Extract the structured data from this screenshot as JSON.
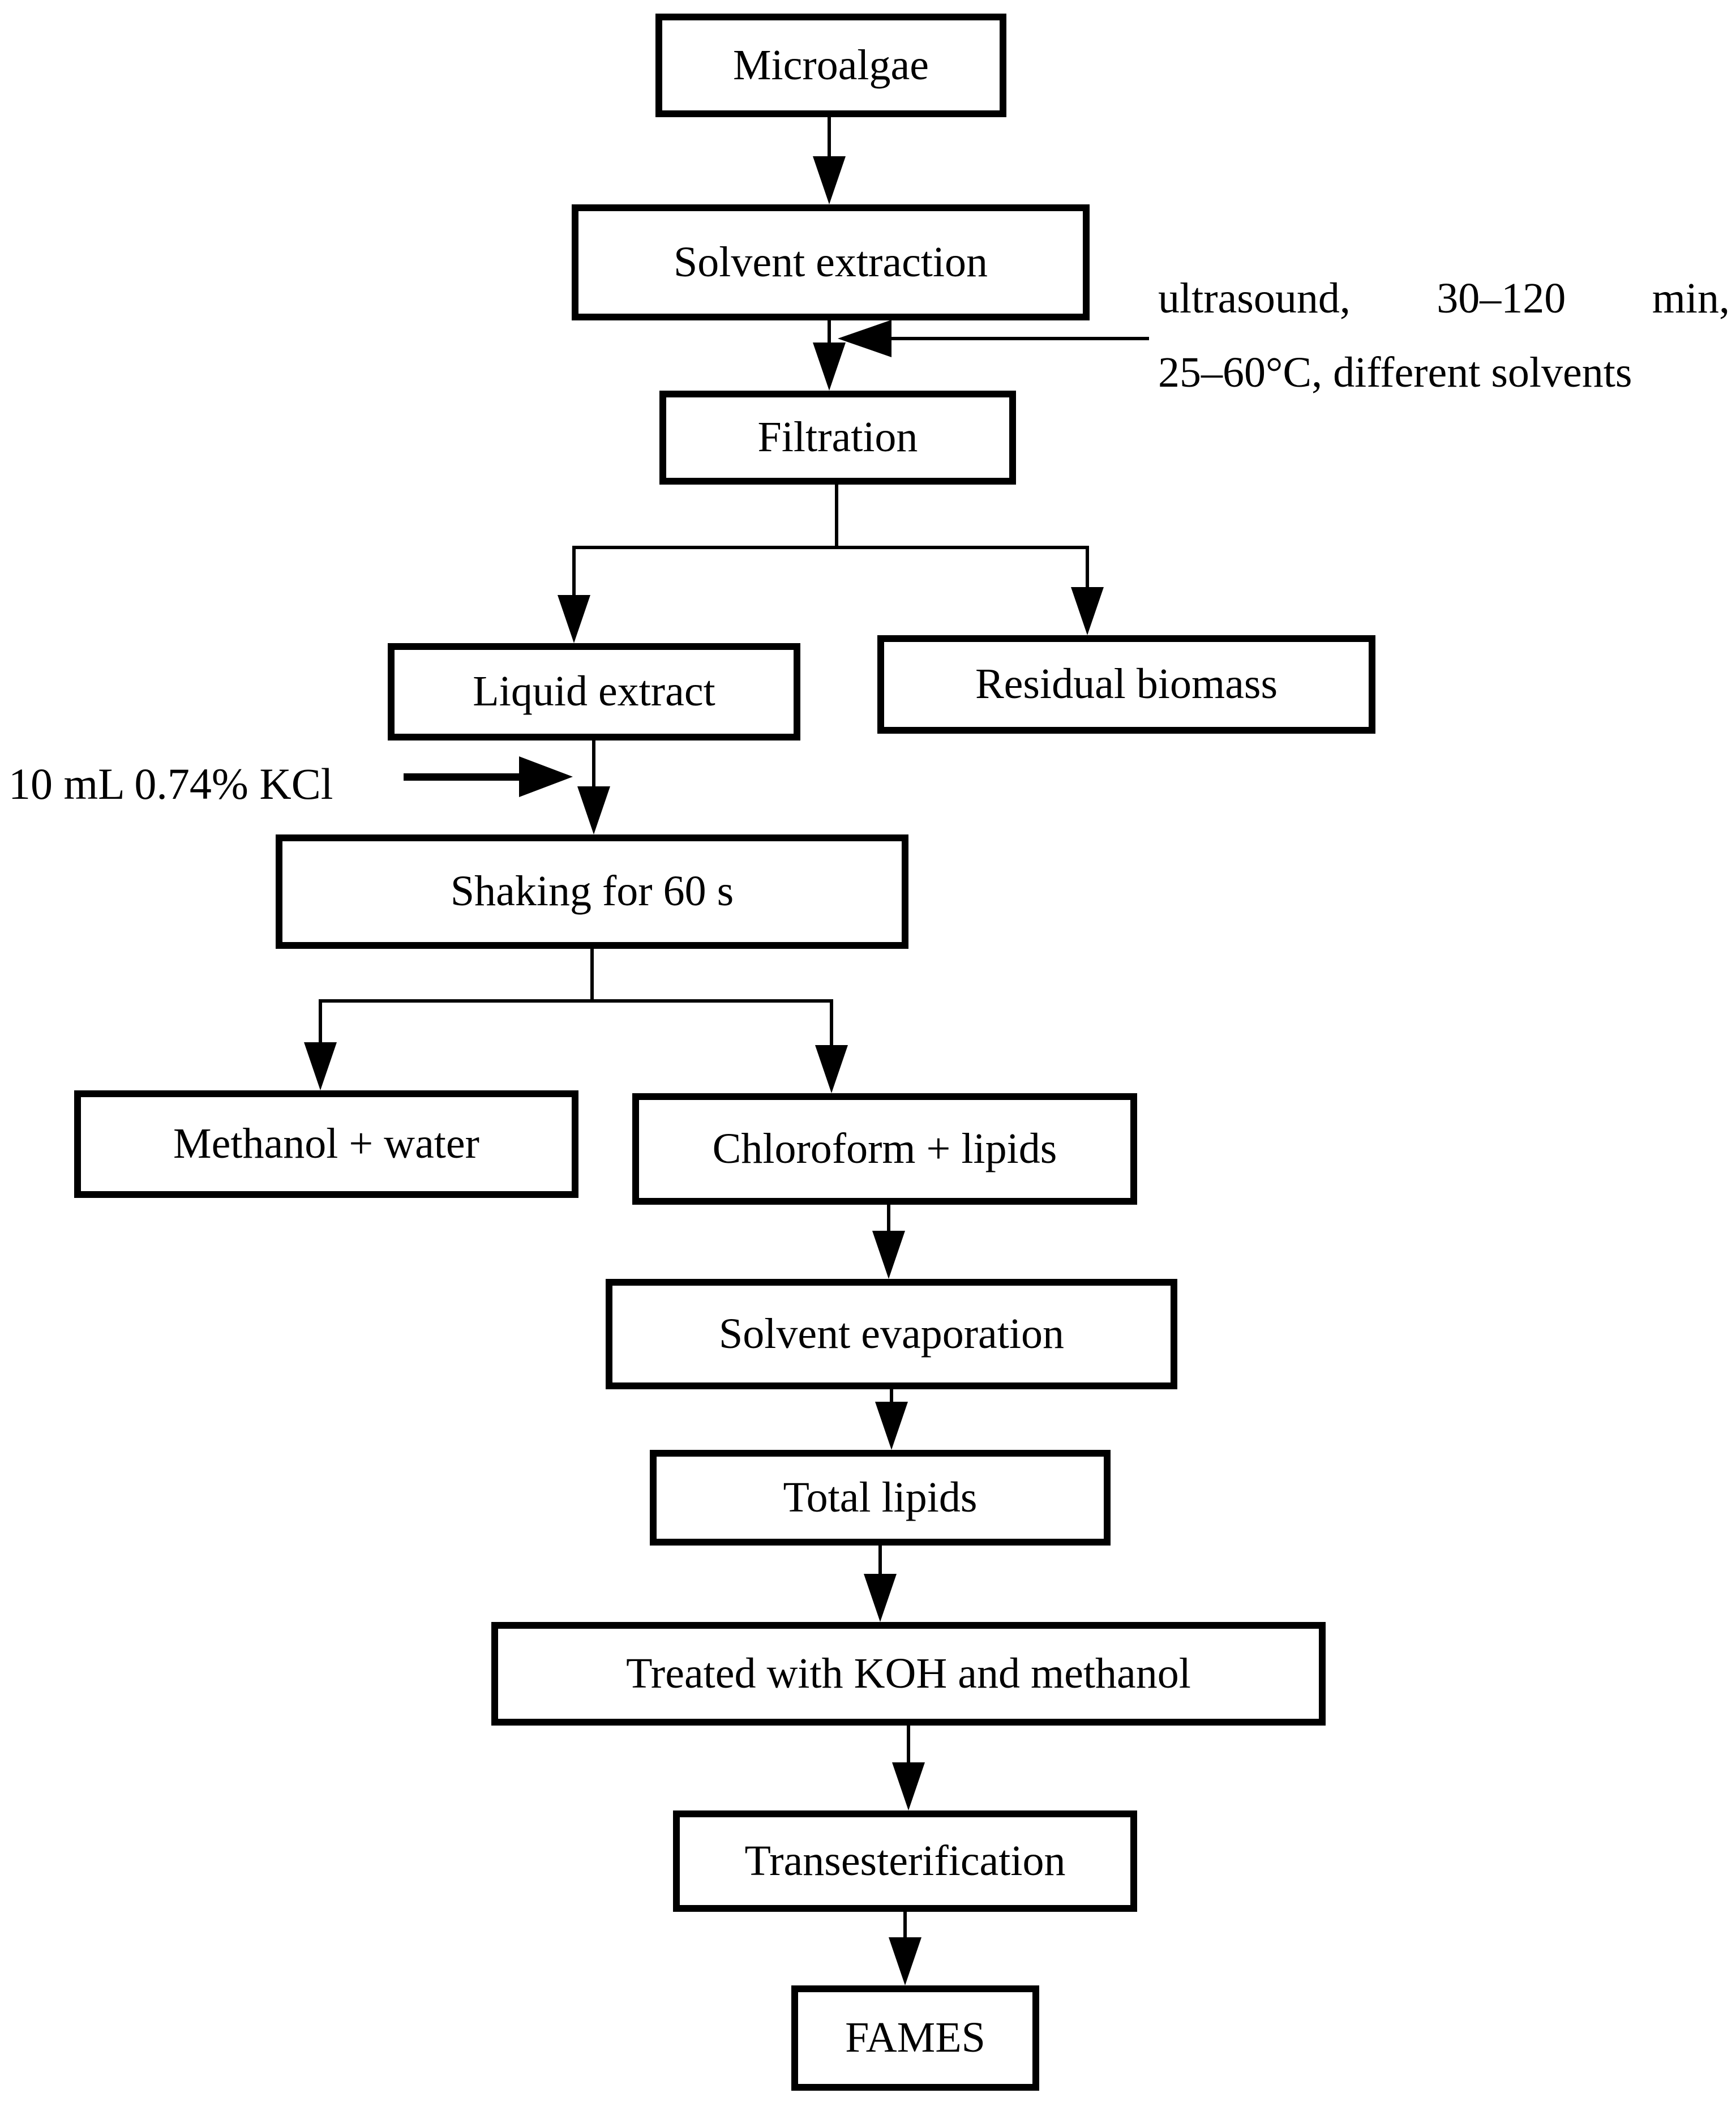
{
  "colors": {
    "line": "#000000",
    "background": "#ffffff",
    "text": "#000000"
  },
  "boxes": {
    "microalgae": "Microalgae",
    "solvent_extraction": "Solvent extraction",
    "filtration": "Filtration",
    "liquid_extract": "Liquid extract",
    "residual_biomass": "Residual biomass",
    "shaking": "Shaking for 60 s",
    "methanol_water": "Methanol + water",
    "chloroform_lipids": "Chloroform + lipids",
    "solvent_evaporation": "Solvent evaporation",
    "total_lipids": "Total lipids",
    "koh_methanol": "Treated with KOH and methanol",
    "transesterification": "Transesterification",
    "fames": "FAMES"
  },
  "notes": {
    "ultrasound_line1": "ultrasound, 30–120 min,",
    "ultrasound_line2": "25–60°C, different solvents",
    "kcl": "10 mL 0.74% KCl"
  }
}
